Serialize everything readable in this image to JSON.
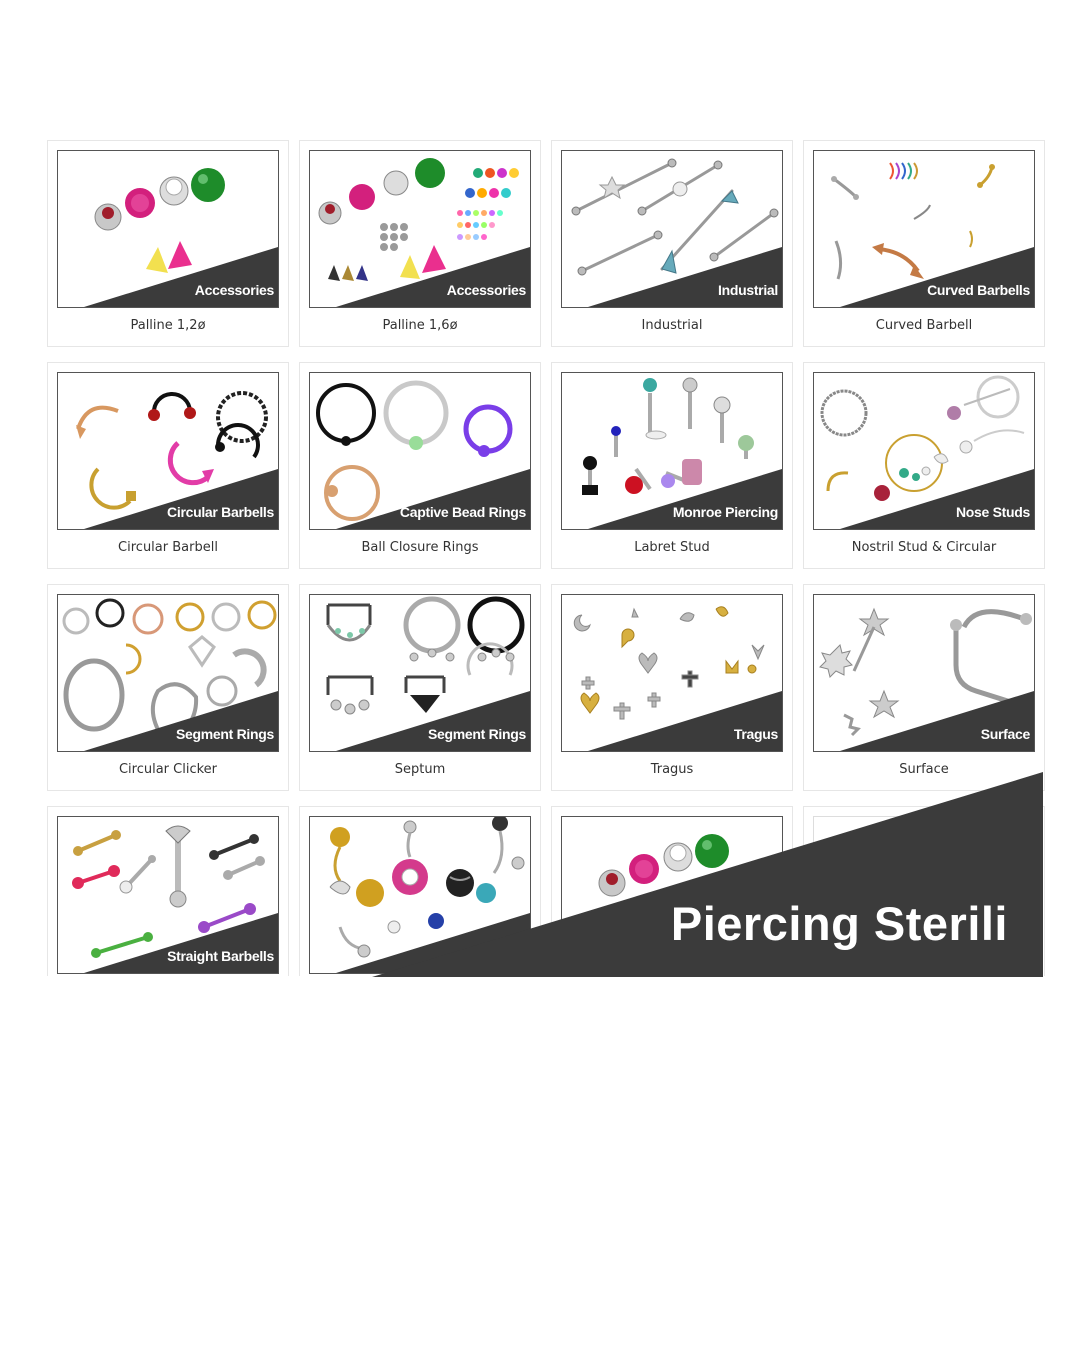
{
  "cards": [
    {
      "ribbon": "Accessories",
      "caption": "Palline 1,2ø",
      "art": "balls"
    },
    {
      "ribbon": "Accessories",
      "caption": "Palline 1,6ø",
      "art": "balls2"
    },
    {
      "ribbon": "Industrial",
      "caption": "Industrial",
      "art": "industrial"
    },
    {
      "ribbon": "Curved Barbells",
      "caption": "Curved Barbell",
      "art": "curved"
    },
    {
      "ribbon": "Circular Barbells",
      "caption": "Circular Barbell",
      "art": "circular"
    },
    {
      "ribbon": "Captive Bead Rings",
      "caption": "Ball Closure Rings",
      "art": "captive"
    },
    {
      "ribbon": "Monroe Piercing",
      "caption": "Labret Stud",
      "art": "labret"
    },
    {
      "ribbon": "Nose Studs",
      "caption": "Nostril Stud & Circular",
      "art": "nose"
    },
    {
      "ribbon": "Segment Rings",
      "caption": "Circular Clicker",
      "art": "segment"
    },
    {
      "ribbon": "Segment Rings",
      "caption": "Septum",
      "art": "septum"
    },
    {
      "ribbon": "Tragus",
      "caption": "Tragus",
      "art": "tragus"
    },
    {
      "ribbon": "Surface",
      "caption": "Surface",
      "art": "surface"
    },
    {
      "ribbon": "Straight Barbells",
      "caption": "",
      "art": "straight"
    },
    {
      "ribbon": "",
      "caption": "",
      "art": "belly"
    },
    {
      "ribbon": "",
      "caption": "",
      "art": "balls"
    },
    {
      "ribbon": "",
      "caption": "",
      "art": "blank"
    }
  ],
  "banner": {
    "title": "Piercing Sterili"
  },
  "colors": {
    "dark_band": "#3b3b3b",
    "caption_text": "#333333",
    "card_border": "#e6e6e6"
  }
}
